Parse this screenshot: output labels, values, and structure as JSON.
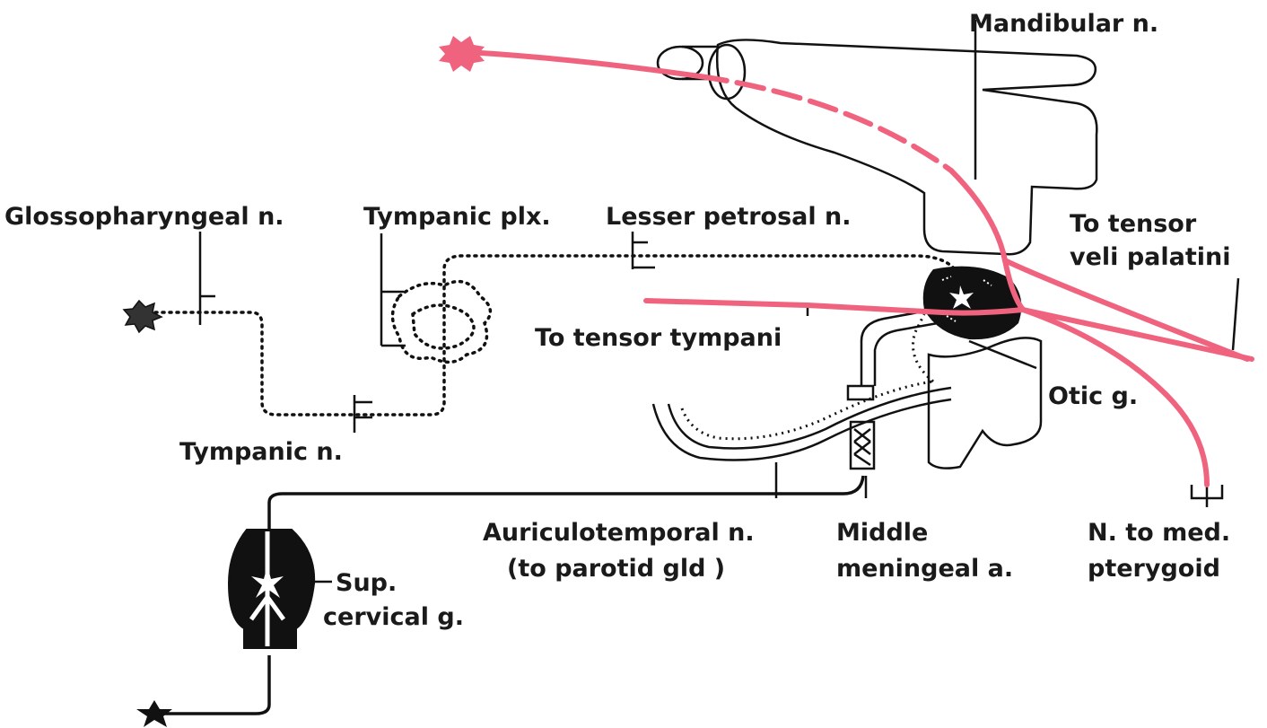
{
  "labels": {
    "mandibular": "Mandibular n.",
    "glossopharyngeal": "Glossopharyngeal n.",
    "tympanic_plx": "Tympanic plx.",
    "lesser_petrosal": "Lesser petrosal n.",
    "tensor_veli_1": "To tensor",
    "tensor_veli_2": "veli palatini",
    "tensor_tympani": "To tensor tympani",
    "otic": "Otic g.",
    "tympanic_n": "Tympanic n.",
    "auriculo_1": "Auriculotemporal n.",
    "auriculo_2": "(to parotid gld )",
    "middle_1": "Middle",
    "middle_2": "meningeal a.",
    "med_pter_1": "N. to med.",
    "med_pter_2": "pterygoid",
    "sup_cerv_1": "Sup.",
    "sup_cerv_2": "cervical g."
  },
  "colors": {
    "motor": "#f0637f",
    "nerve": "#111111",
    "background": "#ffffff"
  }
}
